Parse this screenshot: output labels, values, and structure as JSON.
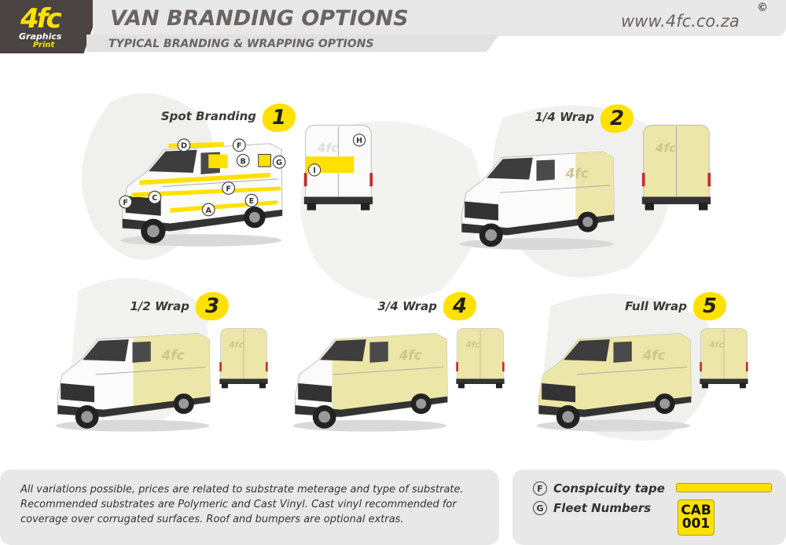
{
  "header": {
    "logo_main": "4fc",
    "logo_sub1": "Graphics",
    "logo_sub2": "Print",
    "title": "VAN BRANDING OPTIONS",
    "subtitle": "TYPICAL BRANDING & WRAPPING OPTIONS",
    "url": "www.4fc.co.za",
    "copyright": "©"
  },
  "watermark": "4fc",
  "options": [
    {
      "label": "Spot Branding",
      "number": "1",
      "wrap_fraction": 0
    },
    {
      "label": "1/4 Wrap",
      "number": "2",
      "wrap_fraction": 0.25
    },
    {
      "label": "1/2 Wrap",
      "number": "3",
      "wrap_fraction": 0.5
    },
    {
      "label": "3/4 Wrap",
      "number": "4",
      "wrap_fraction": 0.75
    },
    {
      "label": "Full Wrap",
      "number": "5",
      "wrap_fraction": 1
    }
  ],
  "spot_markers": {
    "side": [
      "A",
      "B",
      "C",
      "D",
      "E",
      "F",
      "F",
      "F",
      "G"
    ],
    "rear": [
      "H",
      "I"
    ]
  },
  "van_logo": "4fc",
  "colors": {
    "brand_yellow": "#ffe100",
    "wrap_yellow": "#ece6a8",
    "dark": "#4a4442"
  },
  "note": "All variations possible, prices are related to substrate meterage and type of substrate. Recommended substrates are Polymeric and Cast Vinyl. Cast vinyl recommended for coverage over corrugated surfaces. Roof and bumpers are optional extras.",
  "legend": [
    {
      "key": "F",
      "label": "Conspicuity tape"
    },
    {
      "key": "G",
      "label": "Fleet Numbers"
    }
  ],
  "fleet_number": {
    "line1": "CAB",
    "line2": "001"
  }
}
